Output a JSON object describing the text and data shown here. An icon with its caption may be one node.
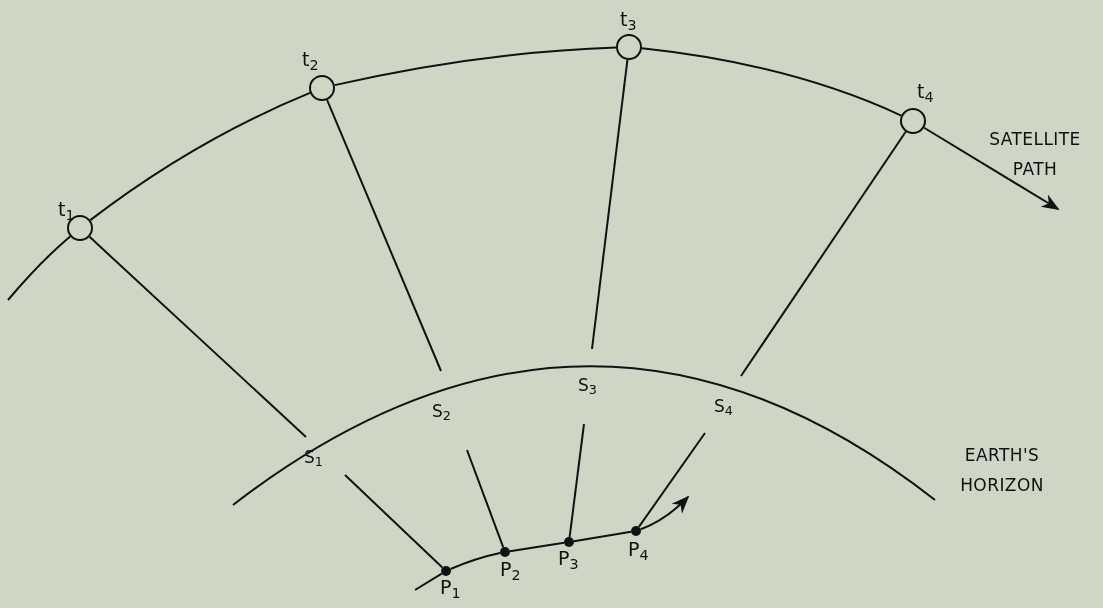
{
  "diagram": {
    "nodes": [
      {
        "text": [],
        "shape": "circle",
        "beside": [
          "t$_{1}$"
        ]
      },
      {
        "text": [],
        "shape": "circle",
        "beside": [
          "t$_{2}$"
        ]
      },
      {
        "text": [],
        "shape": "circle",
        "beside": [
          "t$_{3}$"
        ]
      },
      {
        "text": [],
        "shape": "circle",
        "beside": [
          "t$_{4}$"
        ]
      },
      {
        "text": [
          "S$_{1}$"
        ]
      },
      {
        "text": [
          "S$_{2}$"
        ]
      },
      {
        "text": [
          "S$_{3}$"
        ]
      },
      {
        "text": [
          "S$_{4}$"
        ]
      },
      {
        "text": [],
        "shape": "dot",
        "beside": [
          "P$_{1}$"
        ]
      },
      {
        "text": [],
        "shape": "dot",
        "beside": [
          "P$_{2}$"
        ]
      },
      {
        "text": [],
        "shape": "dot",
        "beside": [
          "P$_{3}$"
        ]
      },
      {
        "text": [],
        "shape": "dot",
        "beside": [
          "P$_{4}$"
        ]
      }
    ],
    "edges": [
      {
        "from": null,
        "to": 0,
        "arrow": "none"
      },
      {
        "from": 0,
        "to": 1,
        "arrow": "none"
      },
      {
        "from": 1,
        "to": 2,
        "arrow": "none"
      },
      {
        "from": 2,
        "to": 3,
        "arrow": "none"
      },
      {
        "from": 3,
        "to": null,
        "arrow": "to"
      },
      {
        "from": 0,
        "to": 4,
        "arrow": "none"
      },
      {
        "from": 4,
        "to": 8,
        "arrow": "none"
      },
      {
        "from": 1,
        "to": 5,
        "arrow": "none"
      },
      {
        "from": 5,
        "to": 9,
        "arrow": "none"
      },
      {
        "from": 2,
        "to": 6,
        "arrow": "none"
      },
      {
        "from": 6,
        "to": 10,
        "arrow": "none"
      },
      {
        "from": 3,
        "to": 7,
        "arrow": "none"
      },
      {
        "from": 7,
        "to": 11,
        "arrow": "none"
      },
      {
        "from": null,
        "to": 8,
        "arrow": "none"
      },
      {
        "from": 8,
        "to": 9,
        "arrow": "none"
      },
      {
        "from": 9,
        "to": 10,
        "arrow": "none"
      },
      {
        "from": 10,
        "to": 11,
        "arrow": "none"
      },
      {
        "from": 11,
        "to": null,
        "arrow": "to"
      }
    ],
    "labels": [
      "SATELLITE PATH",
      "EARTH'S HORIZON"
    ]
  }
}
